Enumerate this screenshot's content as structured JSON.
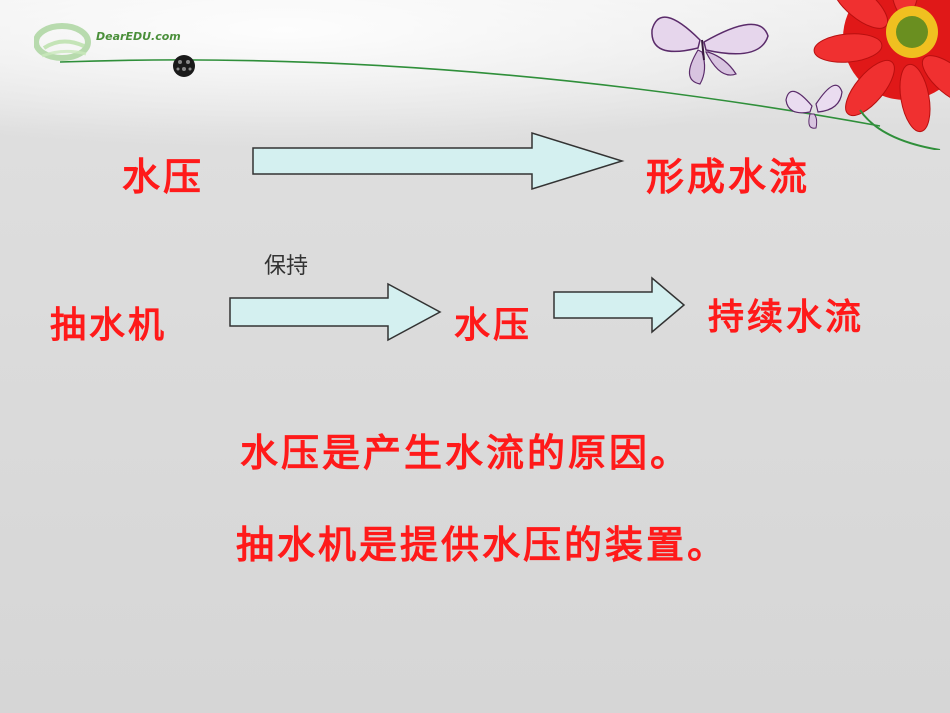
{
  "logo": {
    "text": "DearEDU.com",
    "icon": "deareedu-logo-icon"
  },
  "row1": {
    "left": "水压",
    "right": "形成水流"
  },
  "row2": {
    "arrow_label": "保持",
    "left": "抽水机",
    "middle": "水压",
    "right": "持续水流"
  },
  "conclusions": [
    "水压是产生水流的原因。",
    "抽水机是提供水压的装置。"
  ],
  "colors": {
    "text_red": "#ff1a1a",
    "arrow_fill": "#d4f0f0",
    "arrow_stroke": "#333333"
  },
  "icons": [
    "butterfly-icon",
    "flower-icon",
    "bead-icon"
  ]
}
